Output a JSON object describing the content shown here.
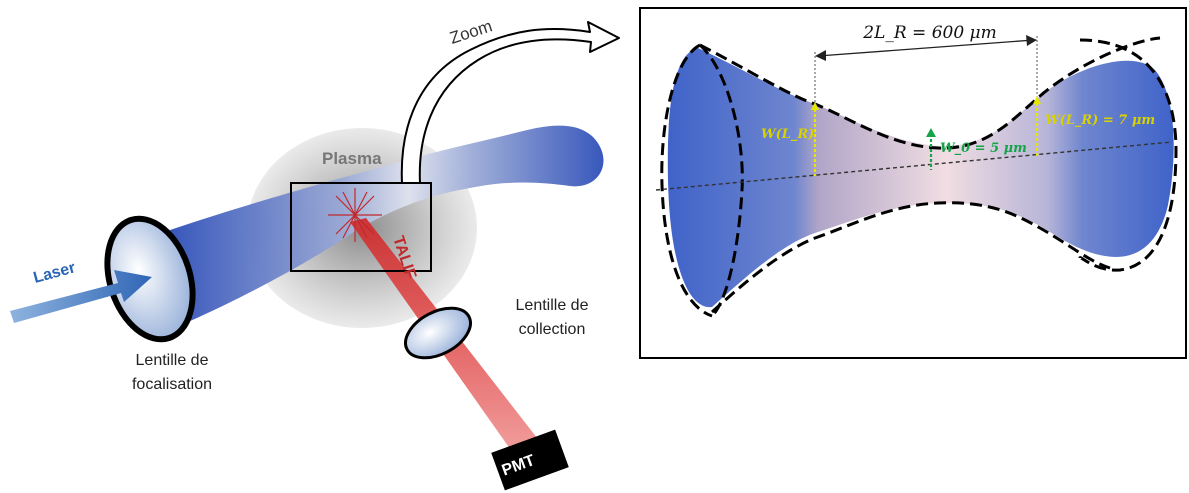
{
  "colors": {
    "beam_blue": "#3b5fc7",
    "beam_light": "#dfe6f6",
    "plasma_gray": "#c9c9c9",
    "fluorescence_red": "#d12a2a",
    "waist_pink": "#f2d6dc",
    "annotation_yellow": "#e7e600",
    "annotation_green": "#16a34a",
    "outline_black": "#000000"
  },
  "labels": {
    "laser": "Laser",
    "focusing_lens_line1": "Lentille de",
    "focusing_lens_line2": "focalisation",
    "plasma": "Plasma",
    "talif": "TALIF",
    "collection_lens_line1": "Lentille de",
    "collection_lens_line2": "collection",
    "pmt": "PMT",
    "zoom": "Zoom"
  },
  "zoom_panel": {
    "rayleigh_length": "2L_R = 600 μm",
    "width_at_rayleigh_left": "W(L_R)",
    "width_at_rayleigh_right": "W(L_R) = 7 μm",
    "waist": "W_0 = 5 μm"
  },
  "icons": [
    "arrow-icon",
    "lens-icon",
    "detector-icon",
    "curved-arrow-icon"
  ]
}
